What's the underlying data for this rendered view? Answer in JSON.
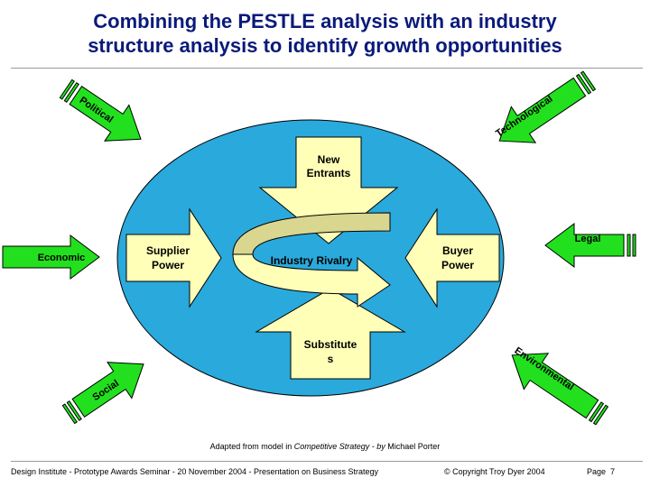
{
  "slide": {
    "title_line1": "Combining the PESTLE analysis with an industry",
    "title_line2": "structure analysis to identify growth opportunities"
  },
  "pestle": {
    "political": "Political",
    "technological": "Technological",
    "economic": "Economic",
    "legal": "Legal",
    "social": "Social",
    "environmental": "Environmental"
  },
  "forces": {
    "new_entrants_line1": "New",
    "new_entrants_line2": "Entrants",
    "supplier_line1": "Supplier",
    "supplier_line2": "Power",
    "buyer_line1": "Buyer",
    "buyer_line2": "Power",
    "substitutes_line1": "Substitute",
    "substitutes_line2": "s",
    "rivalry": "Industry Rivalry"
  },
  "credit": {
    "prefix": "Adapted from model in ",
    "book": "Competitive Strategy - by",
    "author": " Michael Porter"
  },
  "footer": {
    "left": "Design Institute - Prototype Awards Seminar - 20 November 2004 - Presentation on Business Strategy",
    "copyright": "© Copyright Troy Dyer 2004",
    "page_label": "Page",
    "page_number": "7"
  },
  "colors": {
    "ellipse": "#2aa9dc",
    "pestle_arrow": "#22e01e",
    "force_arrow": "#ffffb8",
    "rivalry": "#d9d690",
    "title": "#0a1a7a"
  }
}
